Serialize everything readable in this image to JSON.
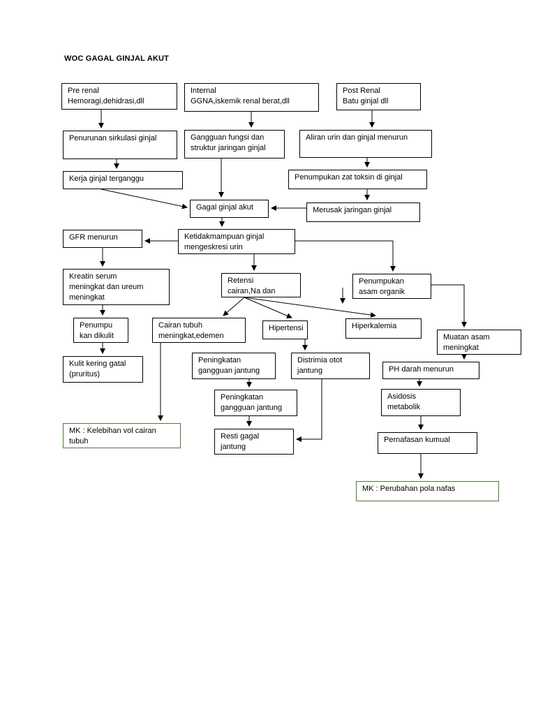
{
  "title": "WOC GAGAL GINJAL AKUT",
  "nodes": {
    "pre_renal": "Pre renal\nHemoragi,dehidrasi,dll",
    "internal": "Internal\nGGNA,iskemik renal berat,dll",
    "post_renal": "Post Renal\nBatu ginjal dll",
    "penurunan_sirkulasi": "Penurunan sirkulasi ginjal",
    "gangguan_fungsi": "Gangguan fungsi dan\nstruktur jaringan ginjal",
    "aliran_urin": "Aliran urin dan ginjal menurun",
    "kerja_ginjal": "Kerja ginjal terganggu",
    "penumpukan_toksin": "Penumpukan zat toksin di ginjal",
    "gagal_ginjal": "Gagal ginjal akut",
    "merusak_jaringan": "Merusak jaringan ginjal",
    "gfr_menurun": "GFR menurun",
    "ketidakmampuan": "Ketidakmampuan ginjal\nmengeskresi urin",
    "kreatin": "Kreatin serum\nmeningkat dan ureum\nmeningkat",
    "retensi": "Retensi\ncairan,Na dan",
    "penumpukan_asam": "Penumpukan\nasam organik",
    "penumpukan_kulit": "Penumpu\nkan dikulit",
    "cairan_tubuh": "Cairan tubuh\nmeningkat,edemen",
    "hipertensi": "Hipertensi",
    "hiperkalemia": "Hiperkalemia",
    "muatan_asam": "Muatan asam\nmeningkat",
    "kulit_kering": "Kulit kering gatal\n(pruritus)",
    "peningkatan_gangguan_1": "Peningkatan\ngangguan jantung",
    "distrimia": "Distrimia otot\njantung",
    "ph_darah": "PH darah menurun",
    "peningkatan_gangguan_2": "Peningkatan\ngangguan jantung",
    "asidosis": "Asidosis\nmetabolik",
    "mk_kelebihan": "MK : Kelebihan vol cairan\ntubuh",
    "resti_gagal": "Resti gagal\njantung",
    "pernafasan_kumual": "Pernafasan kumual",
    "mk_perubahan": "MK : Perubahan pola nafas"
  },
  "colors": {
    "line": "#000000",
    "mk_border": "#4a7a3a"
  }
}
